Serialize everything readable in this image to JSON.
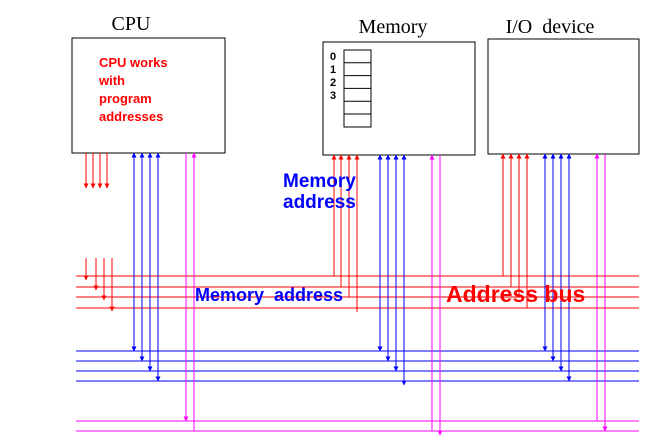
{
  "colors": {
    "address": "#ff0000",
    "data": "#0000ff",
    "control": "#ff00ff",
    "text_red": "#ff0000",
    "text_blue": "#0000ff",
    "outline": "#000000"
  },
  "labels": {
    "cpu": "CPU",
    "memory": "Memory",
    "io_device": "I/O  device",
    "cpu_note": [
      "CPU works",
      "with",
      "program",
      "addresses"
    ],
    "memory_address_top": [
      "Memory",
      "address"
    ],
    "memory_address_bus": "Memory  address",
    "address_bus": "Address bus",
    "memory_cells": [
      "0",
      "1",
      "2",
      "3"
    ]
  }
}
